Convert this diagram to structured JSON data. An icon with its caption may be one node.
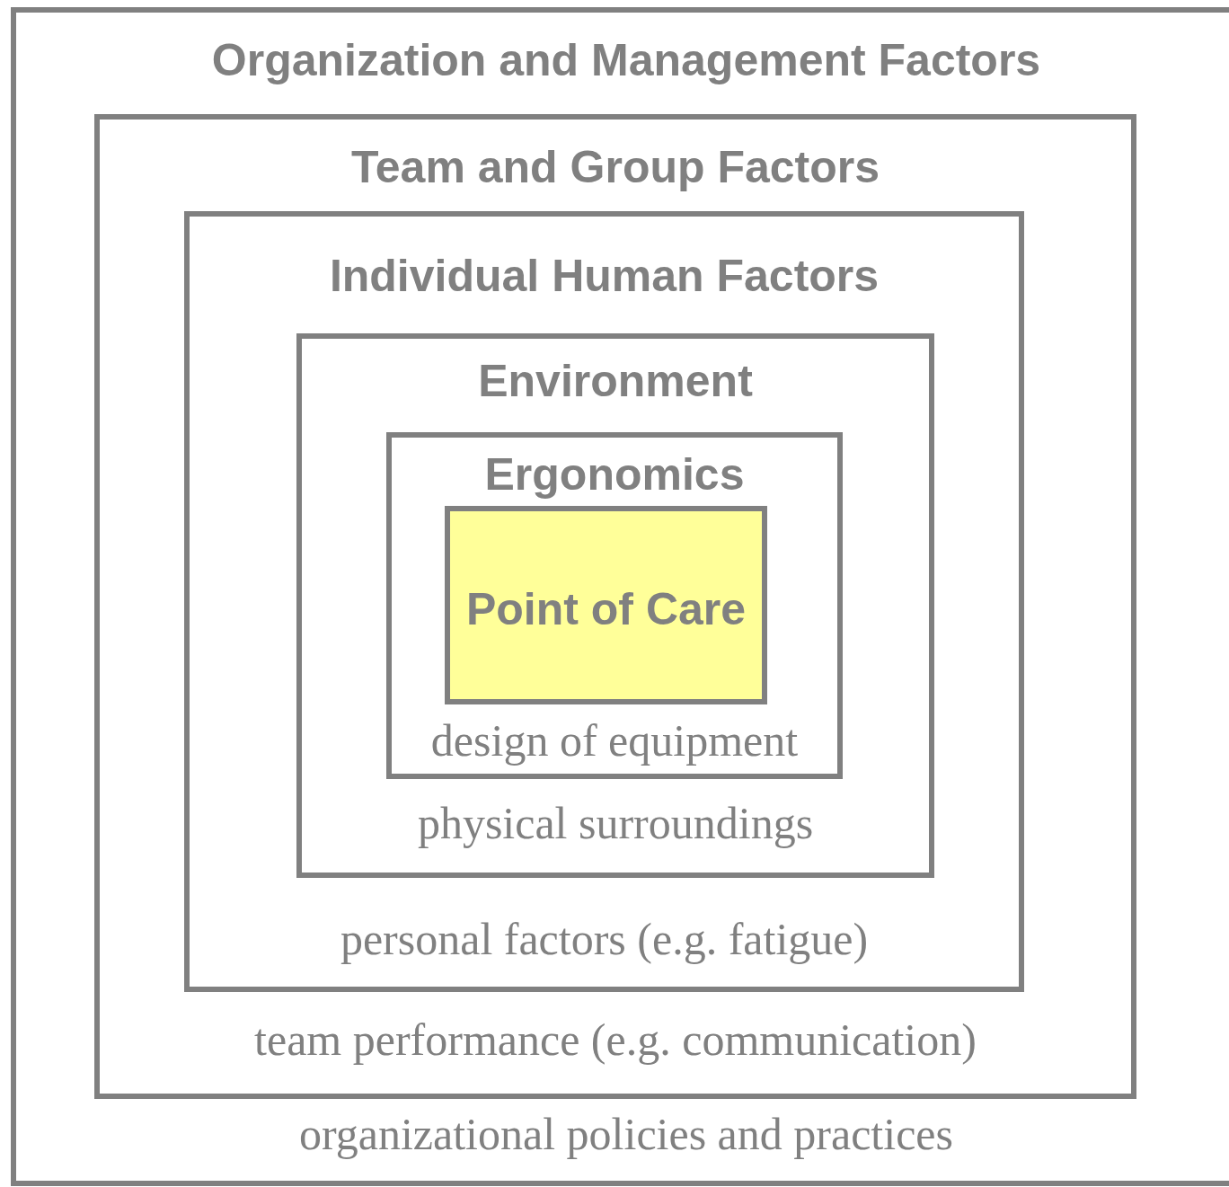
{
  "diagram": {
    "nodes": [
      {
        "text": [
          "Organization and Management Factors",
          "organizational policies and practices"
        ]
      },
      {
        "text": [
          "Team and Group Factors",
          "team performance (e.g. communication)"
        ],
        "in": 0
      },
      {
        "text": [
          "Individual Human Factors",
          "personal factors (e.g. fatigue)"
        ],
        "in": 1
      },
      {
        "text": [
          "Environment",
          "physical surroundings"
        ],
        "in": 2
      },
      {
        "text": [
          "Ergonomics",
          "design of equipment"
        ],
        "in": 3
      },
      {
        "text": [
          "Point of Care"
        ],
        "in": 4
      }
    ]
  }
}
